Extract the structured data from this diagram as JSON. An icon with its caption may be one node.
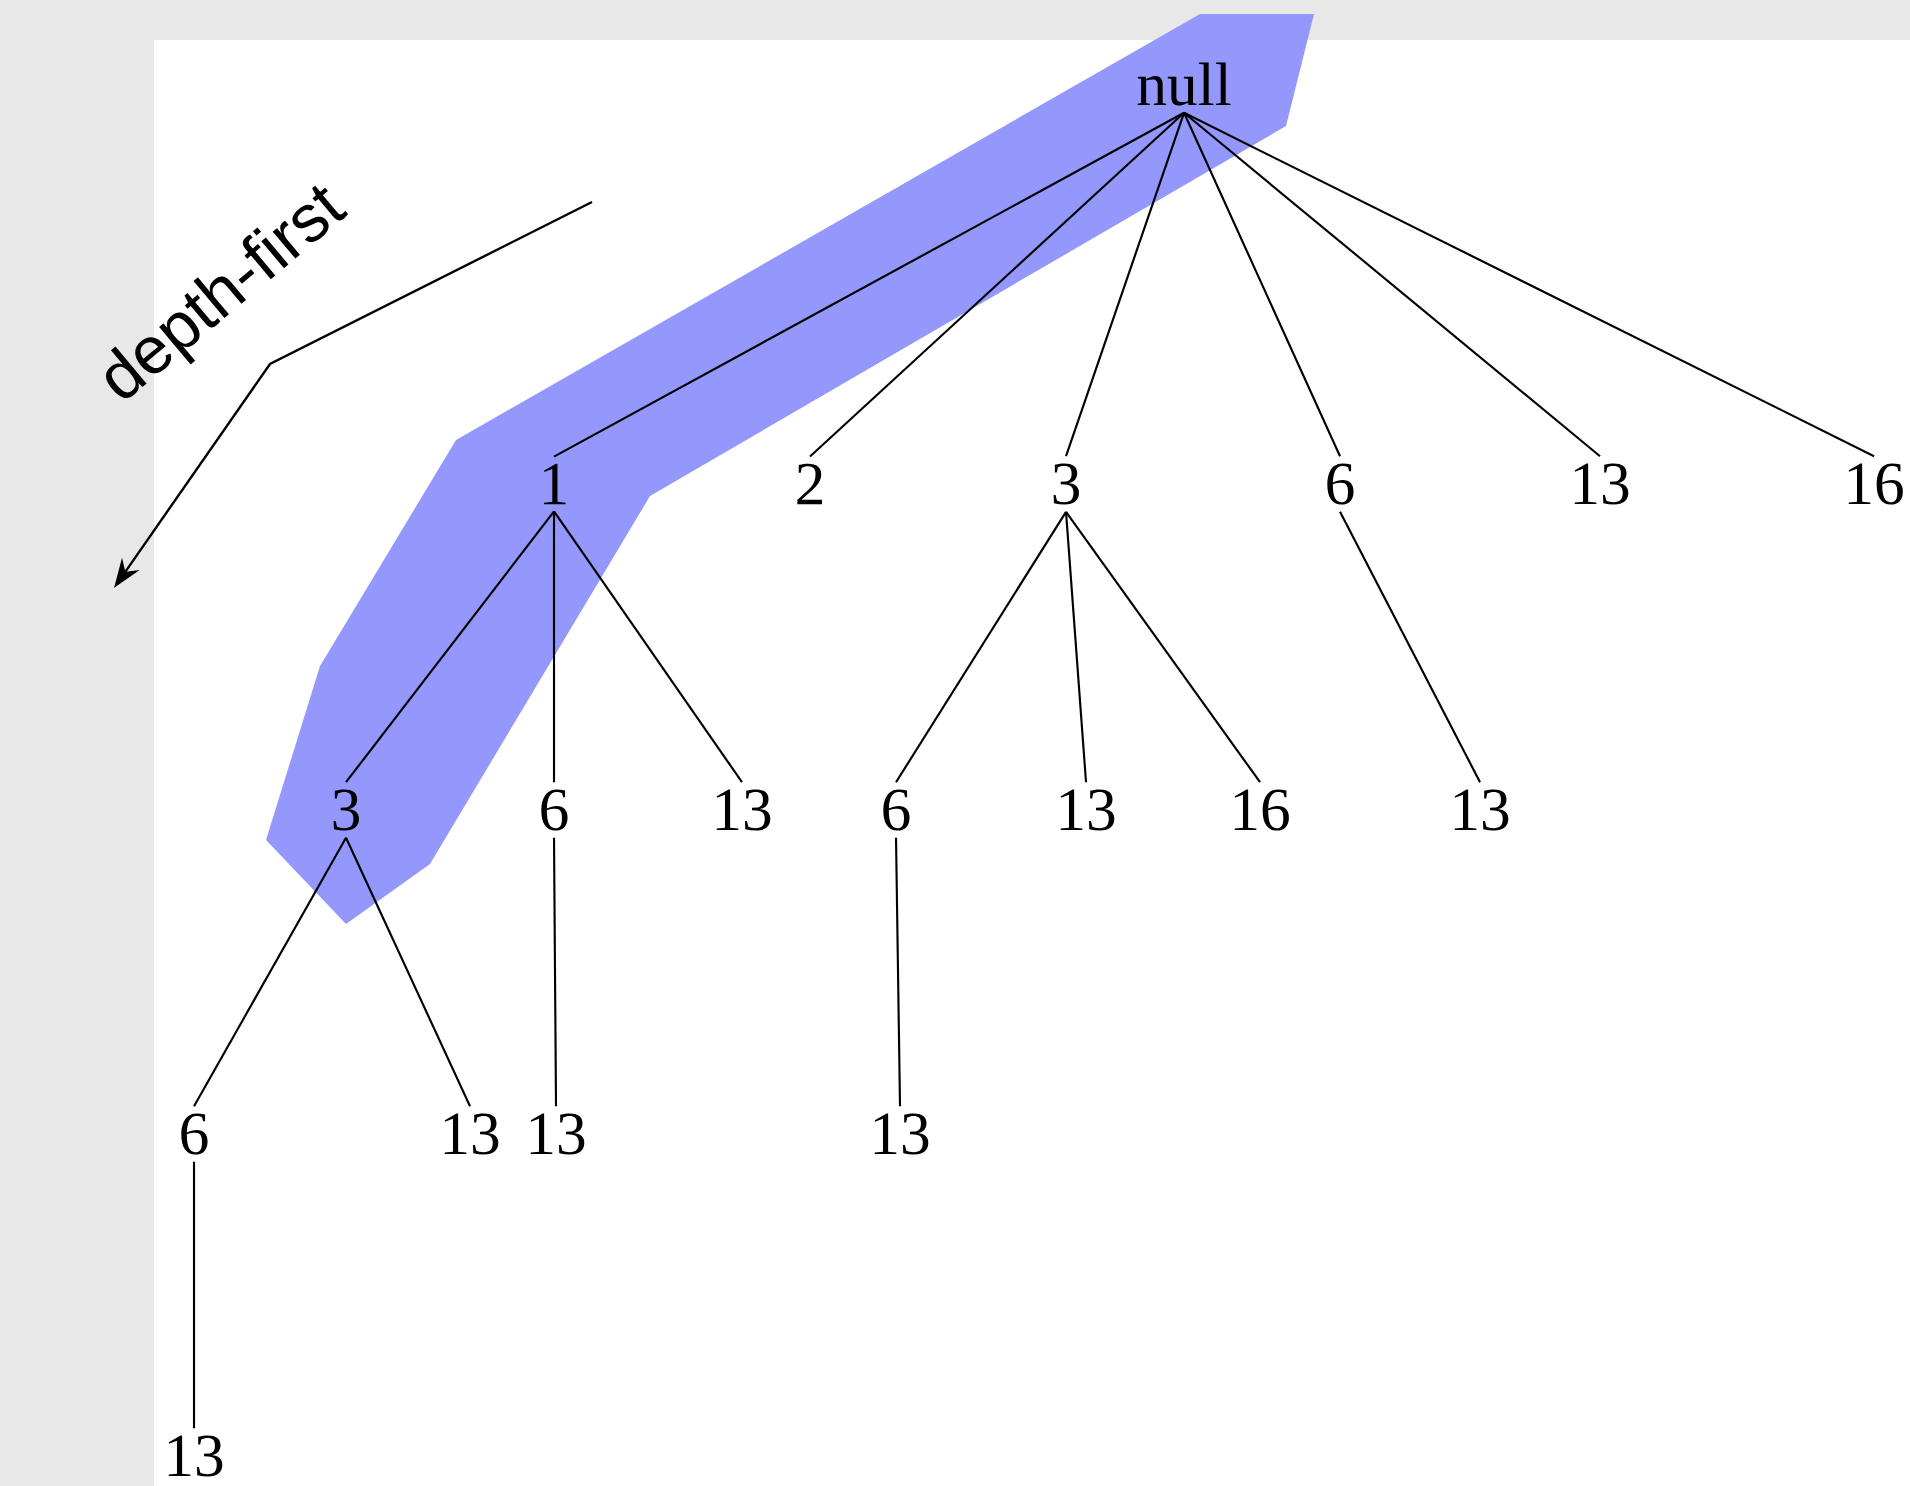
{
  "diagram": {
    "nodes": [
      {
        "text": [
          "null"
        ]
      },
      {
        "text": [
          "1"
        ]
      },
      {
        "text": [
          "2"
        ]
      },
      {
        "text": [
          "3"
        ]
      },
      {
        "text": [
          "6"
        ]
      },
      {
        "text": [
          "13"
        ]
      },
      {
        "text": [
          "16"
        ]
      },
      {
        "text": [
          "3"
        ]
      },
      {
        "text": [
          "6"
        ]
      },
      {
        "text": [
          "13"
        ]
      },
      {
        "text": [
          "6"
        ]
      },
      {
        "text": [
          "13"
        ]
      },
      {
        "text": [
          "16"
        ]
      },
      {
        "text": [
          "13"
        ]
      },
      {
        "text": [
          "6"
        ]
      },
      {
        "text": [
          "13"
        ]
      },
      {
        "text": [
          "13"
        ]
      },
      {
        "text": [
          "13"
        ]
      },
      {
        "text": [
          "13"
        ]
      }
    ],
    "edges": [
      {
        "from": 0,
        "to": 1,
        "arrow": "none"
      },
      {
        "from": 0,
        "to": 2,
        "arrow": "none"
      },
      {
        "from": 0,
        "to": 3,
        "arrow": "none"
      },
      {
        "from": 0,
        "to": 4,
        "arrow": "none"
      },
      {
        "from": 0,
        "to": 5,
        "arrow": "none"
      },
      {
        "from": 0,
        "to": 6,
        "arrow": "none"
      },
      {
        "from": 1,
        "to": 7,
        "arrow": "none"
      },
      {
        "from": 1,
        "to": 8,
        "arrow": "none"
      },
      {
        "from": 1,
        "to": 9,
        "arrow": "none"
      },
      {
        "from": 3,
        "to": 10,
        "arrow": "none"
      },
      {
        "from": 3,
        "to": 11,
        "arrow": "none"
      },
      {
        "from": 3,
        "to": 12,
        "arrow": "none"
      },
      {
        "from": 4,
        "to": 13,
        "arrow": "none"
      },
      {
        "from": 7,
        "to": 14,
        "arrow": "none"
      },
      {
        "from": 7,
        "to": 15,
        "arrow": "none"
      },
      {
        "from": 8,
        "to": 16,
        "arrow": "none"
      },
      {
        "from": 10,
        "to": 17,
        "arrow": "none"
      },
      {
        "from": 14,
        "to": 18,
        "arrow": "none"
      }
    ],
    "labels": [
      "depth-first"
    ]
  }
}
